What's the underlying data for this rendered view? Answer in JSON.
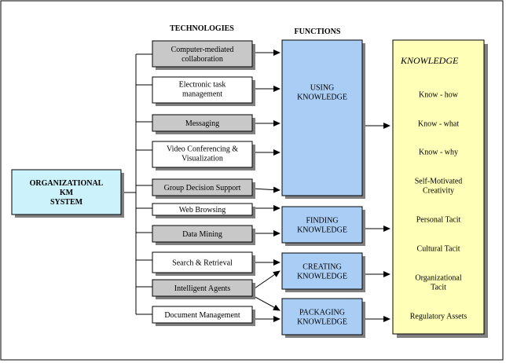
{
  "headers": {
    "technologies": "TECHNOLOGIES",
    "functions": "FUNCTIONS"
  },
  "org_system": {
    "lines": [
      "ORGANIZATIONAL",
      "KM",
      "SYSTEM"
    ]
  },
  "technologies": [
    {
      "lines": [
        "Computer-mediated",
        "collaboration"
      ],
      "shaded": true
    },
    {
      "lines": [
        "Electronic task",
        "management"
      ],
      "shaded": false
    },
    {
      "lines": [
        "Messaging"
      ],
      "shaded": true
    },
    {
      "lines": [
        "Video Conferencing &",
        "Visualization"
      ],
      "shaded": false
    },
    {
      "lines": [
        "Group Decision Support"
      ],
      "shaded": true
    },
    {
      "lines": [
        "Web Browsing"
      ],
      "shaded": false
    },
    {
      "lines": [
        "Data Mining"
      ],
      "shaded": true
    },
    {
      "lines": [
        "Search & Retrieval"
      ],
      "shaded": false
    },
    {
      "lines": [
        "Intelligent Agents"
      ],
      "shaded": true
    },
    {
      "lines": [
        "Document Management"
      ],
      "shaded": false
    }
  ],
  "functions": [
    {
      "lines": [
        "USING",
        "KNOWLEDGE"
      ]
    },
    {
      "lines": [
        "FINDING",
        "KNOWLEDGE"
      ]
    },
    {
      "lines": [
        "CREATING",
        "KNOWLEDGE"
      ]
    },
    {
      "lines": [
        "PACKAGING",
        "KNOWLEDGE"
      ]
    }
  ],
  "knowledge": {
    "title": "KNOWLEDGE",
    "items": [
      {
        "lines": [
          "Know - how"
        ]
      },
      {
        "lines": [
          "Know - what"
        ]
      },
      {
        "lines": [
          "Know - why"
        ]
      },
      {
        "lines": [
          "Self-Motivated",
          "Creativity"
        ]
      },
      {
        "lines": [
          "Personal Tacit"
        ]
      },
      {
        "lines": [
          "Cultural Tacit"
        ]
      },
      {
        "lines": [
          "Organizational",
          "Tacit"
        ]
      },
      {
        "lines": [
          "Regulatory Assets"
        ]
      }
    ]
  },
  "colors": {
    "org_fill": "#ccf2fc",
    "tech_shaded_fill": "#c8c8c8",
    "tech_plain_fill": "#ffffff",
    "function_fill": "#a9cdf5",
    "knowledge_fill": "#ffffb7",
    "shadow": "#808080",
    "line": "#000000"
  }
}
